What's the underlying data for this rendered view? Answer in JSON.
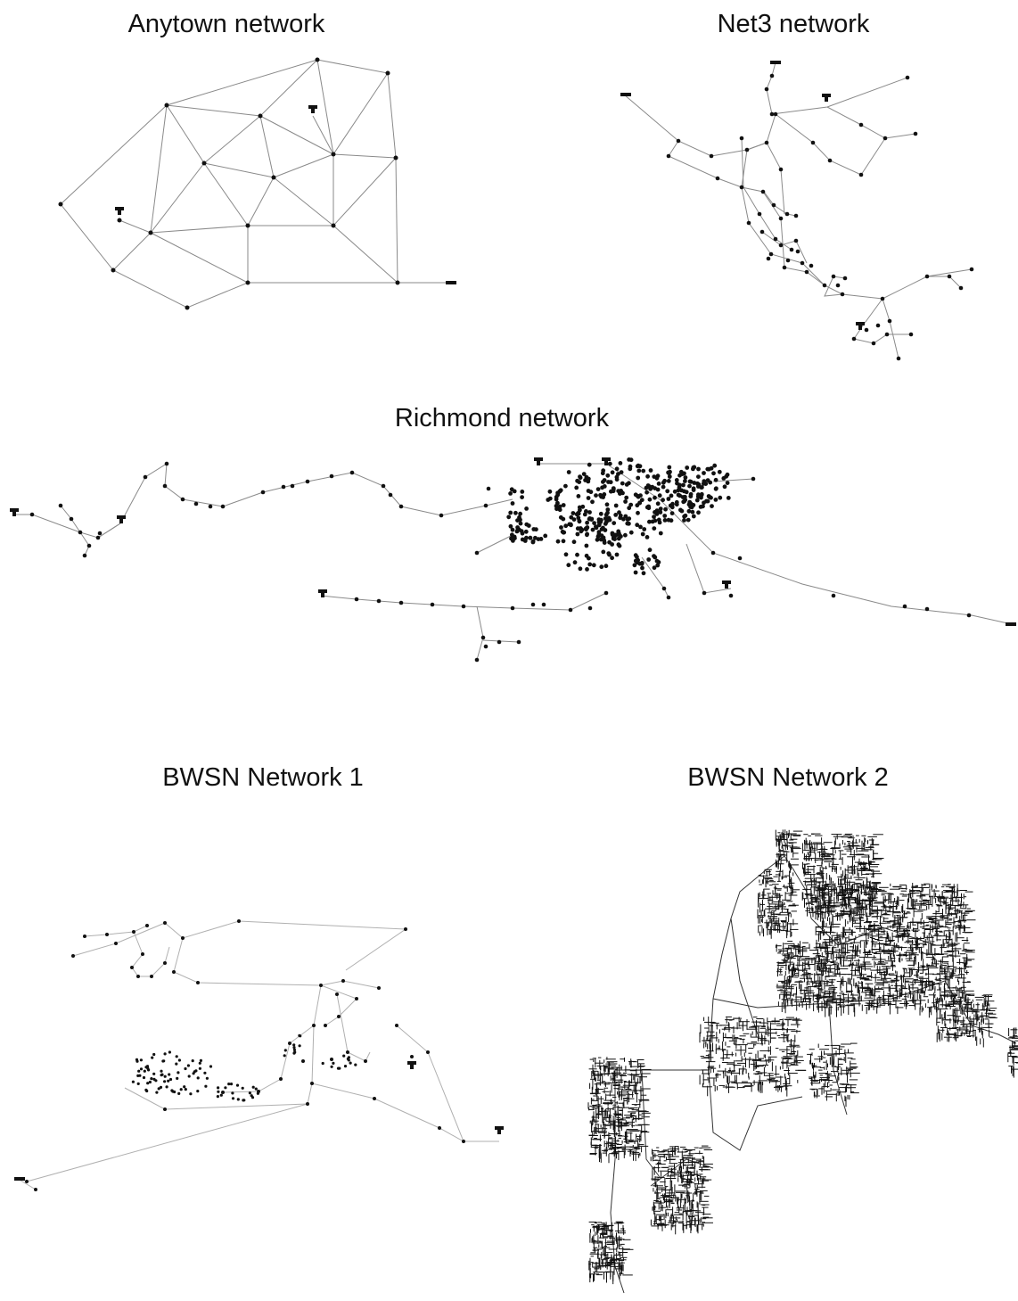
{
  "panels": [
    {
      "id": "anytown",
      "title": "Anytown network"
    },
    {
      "id": "net3",
      "title": "Net3 network"
    },
    {
      "id": "richmond",
      "title": "Richmond network"
    },
    {
      "id": "bwsn1",
      "title": "BWSN Network 1"
    },
    {
      "id": "bwsn2",
      "title": "BWSN Network 2"
    }
  ],
  "legend_symbols": {
    "tank": "tank-icon",
    "reservoir": "reservoir-icon",
    "junction": "junction-node"
  }
}
